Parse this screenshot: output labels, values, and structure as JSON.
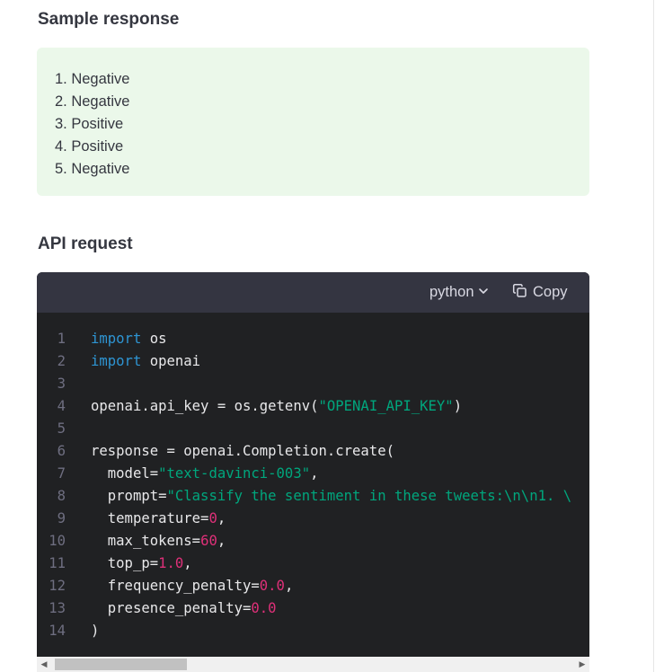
{
  "sample": {
    "title": "Sample response",
    "items": [
      "1. Negative",
      "2. Negative",
      "3. Positive",
      "4. Positive",
      "5. Negative"
    ]
  },
  "api": {
    "title": "API request",
    "language": "python",
    "copy_label": "Copy",
    "code_lines": [
      {
        "n": "1",
        "parts": [
          {
            "t": "import",
            "c": "kw"
          },
          {
            "t": " os"
          }
        ]
      },
      {
        "n": "2",
        "parts": [
          {
            "t": "import",
            "c": "kw"
          },
          {
            "t": " openai"
          }
        ]
      },
      {
        "n": "3",
        "parts": []
      },
      {
        "n": "4",
        "parts": [
          {
            "t": "openai.api_key = os.getenv("
          },
          {
            "t": "\"OPENAI_API_KEY\"",
            "c": "str"
          },
          {
            "t": ")"
          }
        ]
      },
      {
        "n": "5",
        "parts": []
      },
      {
        "n": "6",
        "parts": [
          {
            "t": "response = openai.Completion.create("
          }
        ]
      },
      {
        "n": "7",
        "parts": [
          {
            "t": "  model="
          },
          {
            "t": "\"text-davinci-003\"",
            "c": "str"
          },
          {
            "t": ","
          }
        ]
      },
      {
        "n": "8",
        "parts": [
          {
            "t": "  prompt="
          },
          {
            "t": "\"Classify the sentiment in these tweets:\\n\\n1. \\",
            "c": "str"
          }
        ]
      },
      {
        "n": "9",
        "parts": [
          {
            "t": "  temperature="
          },
          {
            "t": "0",
            "c": "num"
          },
          {
            "t": ","
          }
        ]
      },
      {
        "n": "10",
        "parts": [
          {
            "t": "  max_tokens="
          },
          {
            "t": "60",
            "c": "num"
          },
          {
            "t": ","
          }
        ]
      },
      {
        "n": "11",
        "parts": [
          {
            "t": "  top_p="
          },
          {
            "t": "1.0",
            "c": "num"
          },
          {
            "t": ","
          }
        ]
      },
      {
        "n": "12",
        "parts": [
          {
            "t": "  frequency_penalty="
          },
          {
            "t": "0.0",
            "c": "num"
          },
          {
            "t": ","
          }
        ]
      },
      {
        "n": "13",
        "parts": [
          {
            "t": "  presence_penalty="
          },
          {
            "t": "0.0",
            "c": "num"
          }
        ]
      },
      {
        "n": "14",
        "parts": [
          {
            "t": ")"
          }
        ]
      }
    ]
  },
  "icons": {
    "chevron": "chevron-down-icon",
    "copy": "copy-icon"
  },
  "colors": {
    "response_bg": "#ebf8ea",
    "code_bg": "#202123",
    "code_header_bg": "#343541",
    "keyword": "#2e95d3",
    "string": "#00a67d",
    "number": "#df3079"
  }
}
